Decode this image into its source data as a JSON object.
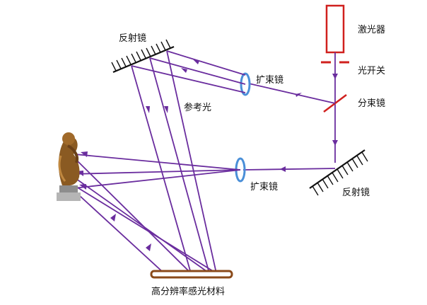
{
  "labels": {
    "laser": "激光器",
    "shutter": "光开关",
    "beam_splitter": "分束镜",
    "mirror_top": "反射镜",
    "expander_top": "扩束镜",
    "reference_light": "参考光",
    "expander_bottom": "扩束镜",
    "mirror_bottom": "反射镜",
    "recording_material": "高分辨率感光材料"
  },
  "colors": {
    "ray": "#6a2d9e",
    "laser": "#d0201e",
    "splitter": "#d0201e",
    "lens": "#4a8fd8",
    "plate": "#8a4a1a",
    "mirror": "#111111"
  },
  "icons": {
    "object": "thinker-statue-icon",
    "laser": "laser-box-icon",
    "lens": "lens-icon"
  }
}
